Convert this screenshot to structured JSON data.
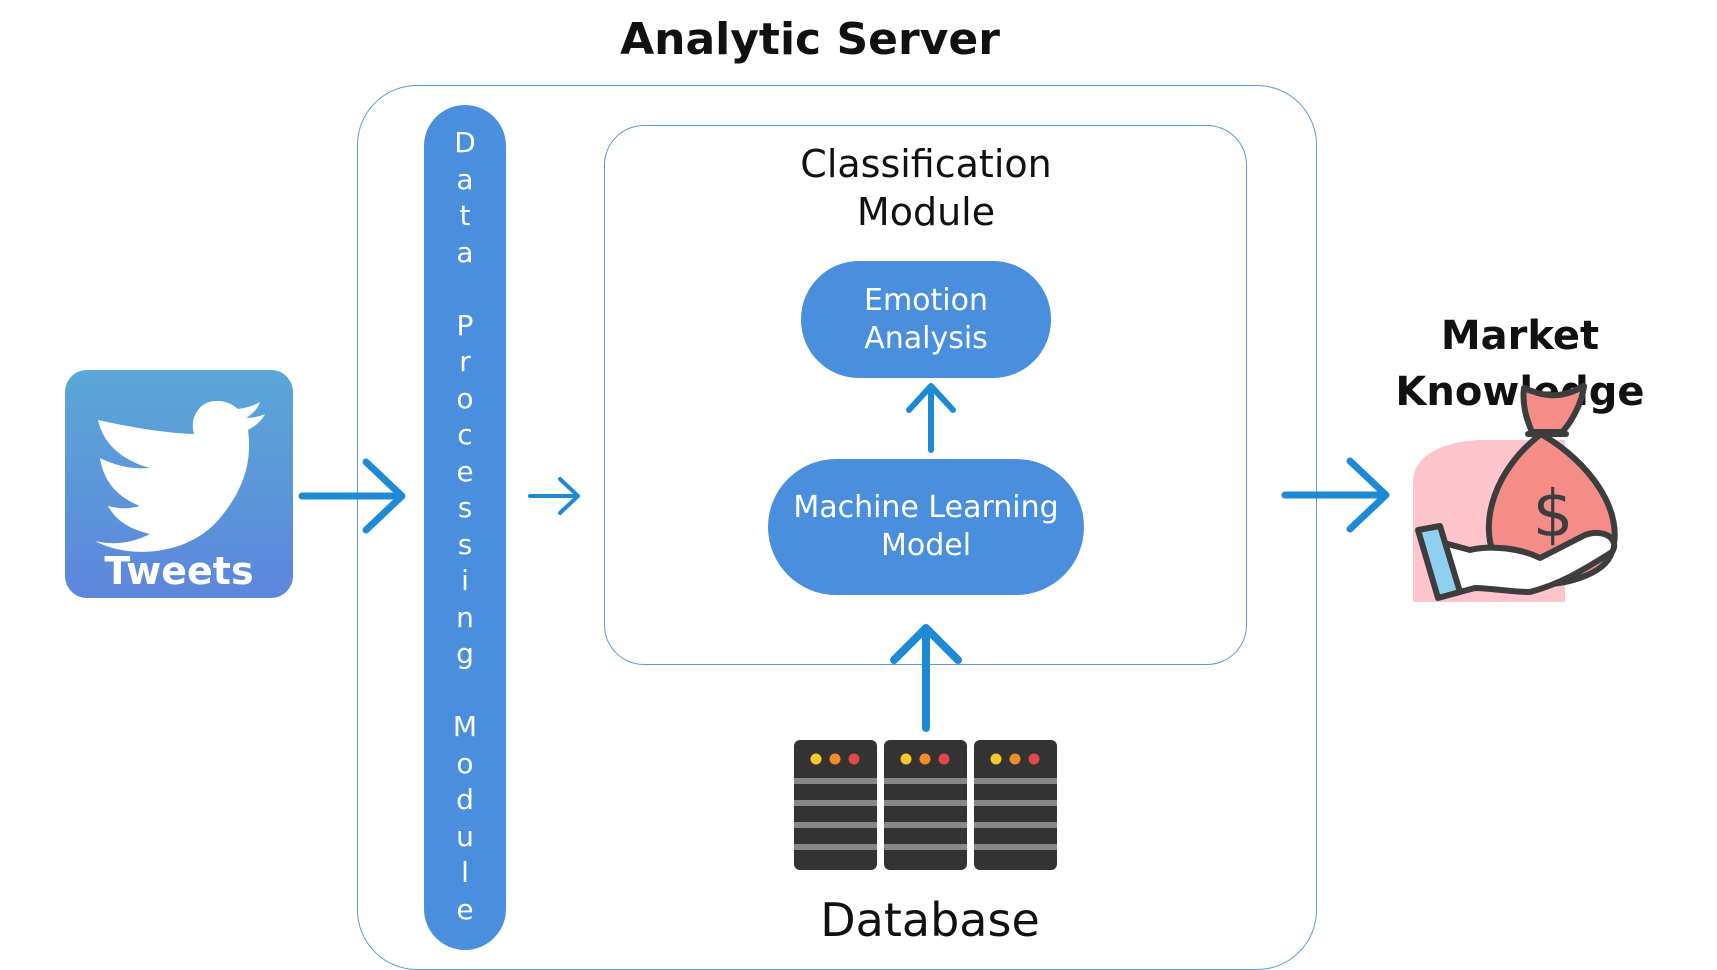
{
  "diagram": {
    "title": "Analytic Server",
    "data_processing_label": "D\na\nt\na\n\nP\nr\no\nc\ne\ns\ns\ni\nn\ng\n\nM\no\nd\nu\nl\ne",
    "classification_title": "Classification\nModule",
    "emotion_label": "Emotion\nAnalysis",
    "ml_label": "Machine Learning\nModel",
    "database_label": "Database",
    "tweets_label": "Tweets",
    "market_label": "Market Knowledge"
  },
  "colors": {
    "accent": "#4a8fdd",
    "arrow": "#1e8ad6",
    "border": "#5b9ad8"
  },
  "icons": [
    "twitter-bird-icon",
    "server-rack-icon",
    "money-bag-hand-icon"
  ]
}
